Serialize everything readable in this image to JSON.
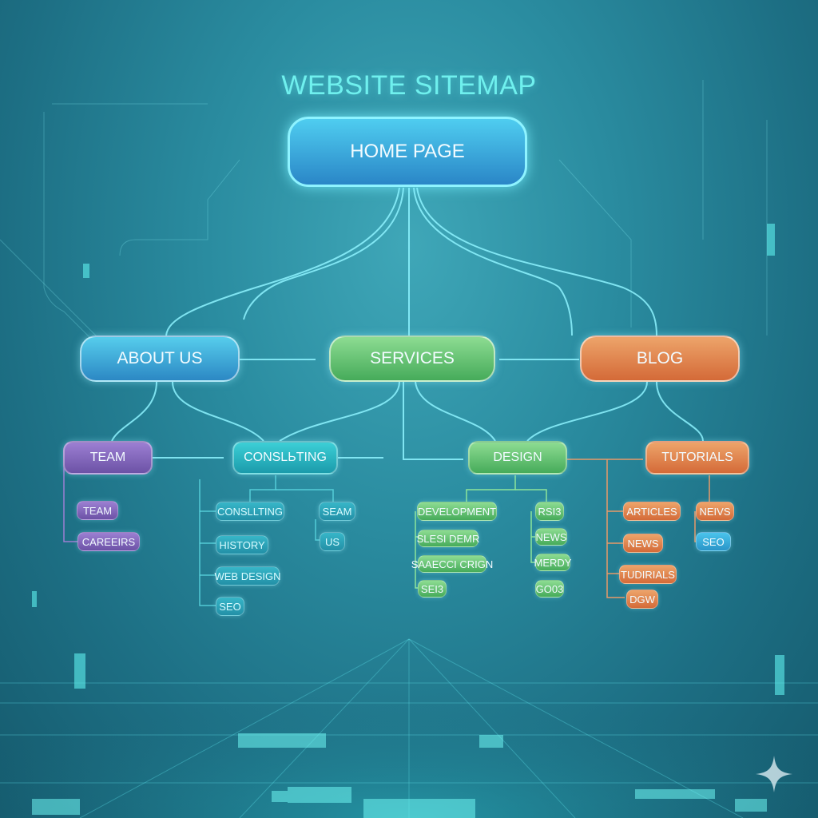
{
  "title": "WEBSITE SITEMAP",
  "colors": {
    "background": "#2a8ca0",
    "title": "#6ff0ee",
    "connector": "#8ef3ff",
    "home": "#3aa9dc",
    "about": "#3fb0de",
    "services": "#6cc77a",
    "blog": "#e0824f",
    "team": "#8468bc",
    "consulting": "#2cb8c4",
    "design": "#5fbf6e",
    "tutorials": "#e07e48"
  },
  "root": {
    "label": "HOME PAGE"
  },
  "sections": [
    {
      "label": "ABOUT US",
      "color": "blue"
    },
    {
      "label": "SERVICES",
      "color": "green"
    },
    {
      "label": "BLOG",
      "color": "orange"
    }
  ],
  "subsections": [
    {
      "label": "TEAM",
      "children": [
        "TEAM",
        "CAREEIRS"
      ]
    },
    {
      "label": "CONSLЬTING",
      "children": [
        "CONSLLTING",
        "HISTORY",
        "WEB DESIGN",
        "SEO",
        "SEAM",
        "US"
      ]
    },
    {
      "label": "DESIGN",
      "children": [
        "DEVELOPMENT",
        "SLESI DEMR",
        "SAAECCI CRIGN",
        "SEI3",
        "RSI3",
        "NEWS",
        "MERDY",
        "GO03"
      ]
    },
    {
      "label": "TUTORIALS",
      "children": [
        "ARTICLES",
        "NEWS",
        "TUDIRIALS",
        "DGW",
        "NEIVS",
        "SEO"
      ]
    }
  ],
  "icons": {
    "corner": "sparkle-icon"
  }
}
